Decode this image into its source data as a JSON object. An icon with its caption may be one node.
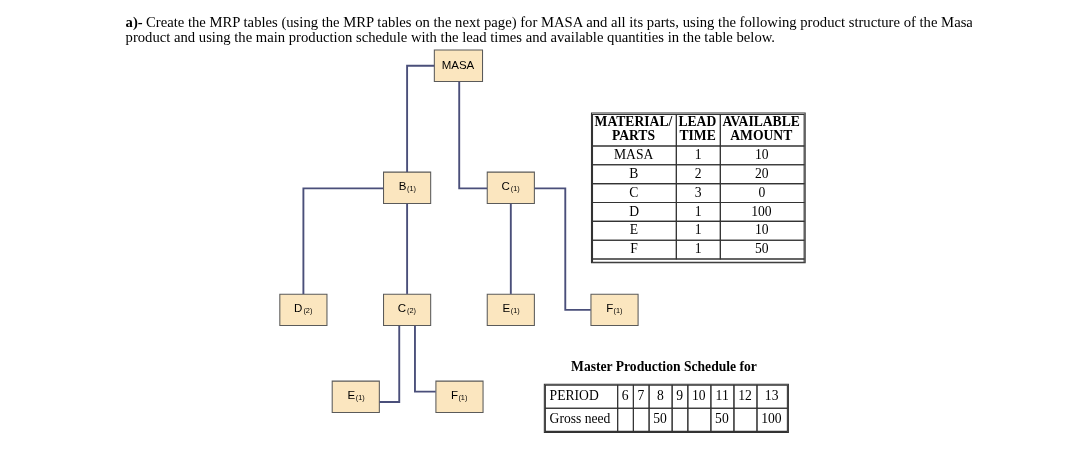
{
  "diagram": {
    "title": "**a)-** Create the MRP tables (using the MRP tables on the next page) for MASA and all its parts, using the following product structure of the Masa product and using the main production schedule with the lead times and available quantities in the table below.",
    "nodes": [
      {
        "text": [
          "MASA"
        ]
      },
      {
        "text": [
          "B$_{(1)}$"
        ]
      },
      {
        "text": [
          "C$_{(1)}$"
        ]
      },
      {
        "text": [
          "D$_{(2)}$"
        ]
      },
      {
        "text": [
          "C$_{(2)}$"
        ]
      },
      {
        "text": [
          "E$_{(1)}$"
        ]
      },
      {
        "text": [
          "F$_{(1)}$"
        ]
      },
      {
        "text": [
          "E$_{(1)}$"
        ]
      },
      {
        "text": [
          "F$_{(1)}$"
        ]
      }
    ],
    "edges": [
      {
        "from": 0,
        "to": 1,
        "arrow": "none"
      },
      {
        "from": 0,
        "to": 2,
        "arrow": "none"
      },
      {
        "from": 1,
        "to": 3,
        "arrow": "none"
      },
      {
        "from": 1,
        "to": 4,
        "arrow": "none"
      },
      {
        "from": 2,
        "to": 5,
        "arrow": "none"
      },
      {
        "from": 2,
        "to": 6,
        "arrow": "none"
      },
      {
        "from": 4,
        "to": 7,
        "arrow": "none"
      },
      {
        "from": 4,
        "to": 8,
        "arrow": "none"
      }
    ],
    "labels": [
      "MATERIAL/ PARTS",
      "LEAD TIME",
      "AVAILABLE AMOUNT",
      "MASA",
      "1",
      "10",
      "B",
      "2",
      "20",
      "C",
      "3",
      "0",
      "D",
      "1",
      "100",
      "E",
      "1",
      "10",
      "F",
      "1",
      "50",
      "Master Production Schedule for",
      "PERIOD",
      "6",
      "7",
      "8",
      "9",
      "10",
      "11",
      "12",
      "13",
      "Gross need",
      "50",
      "50",
      "100"
    ]
  }
}
